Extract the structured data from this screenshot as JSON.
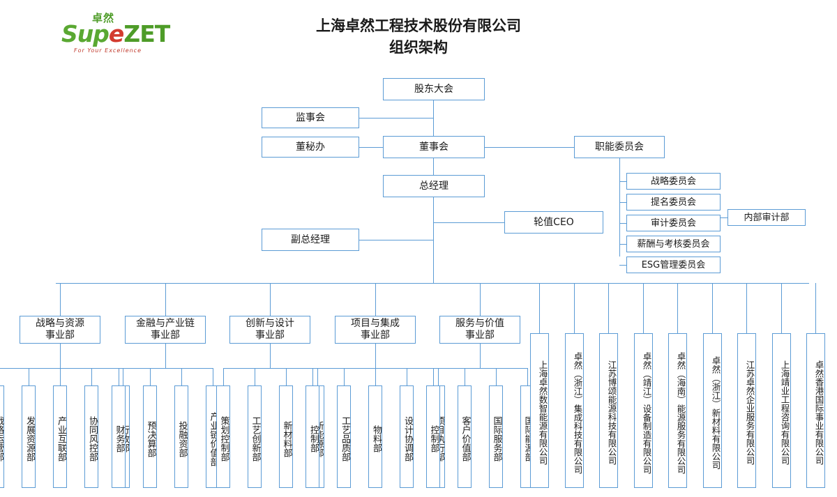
{
  "brand": {
    "logo_main_1": "Sup",
    "logo_main_e": "e",
    "logo_main_2": "ZET",
    "logo_cn": "卓然",
    "logo_tagline": "For Your Excellence",
    "green": "#4e9c28",
    "red": "#d33b2f"
  },
  "header": {
    "company_name": "上海卓然工程技术股份有限公司",
    "doc_title": "组织架构"
  },
  "theme": {
    "line_color": "#5b9bd5",
    "box_fill": "#ffffff",
    "text_color": "#1a1a1a"
  },
  "governance": {
    "shareholders_meeting": "股东大会",
    "supervisory_board": "监事会",
    "board_secretary_office": "董秘办",
    "board_of_directors": "董事会",
    "functional_committee": "职能委员会",
    "general_manager": "总经理",
    "rotating_ceo": "轮值CEO",
    "deputy_general_manager": "副总经理"
  },
  "committees": [
    {
      "label": "战略委员会"
    },
    {
      "label": "提名委员会"
    },
    {
      "label": "审计委员会",
      "child": "内部审计部"
    },
    {
      "label": "薪酬与考核委员会"
    },
    {
      "label": "ESG管理委员会"
    }
  ],
  "internal_audit_department": "内部审计部",
  "divisions": [
    {
      "name": "战略与资源\n事业部",
      "departments": [
        "战略运营部",
        "发展资源部",
        "产业互联部",
        "协同风控部",
        "行政部"
      ]
    },
    {
      "name": "金融与产业链\n事业部",
      "departments": [
        "财务部",
        "预决算部",
        "投融资部",
        "产业链价值部"
      ]
    },
    {
      "name": "创新与设计\n事业部",
      "departments": [
        "策划控制部",
        "工艺创新部",
        "新材料部",
        "新能源部"
      ]
    },
    {
      "name": "项目与集成\n事业部",
      "departments": [
        "控制部",
        "工艺品质部",
        "物料部",
        "设计协调部",
        "项目执行部"
      ]
    },
    {
      "name": "服务与价值\n事业部",
      "departments": [
        "控制部",
        "客户价值部",
        "国际服务部",
        "国际能源部"
      ]
    }
  ],
  "subsidiaries": [
    "上海卓然数智能源有限公司",
    "卓然（浙江）集成科技有限公司",
    "江苏博颂能源科技有限公司",
    "卓然（靖江）设备制造有限公司",
    "卓然（海南）能源服务有限公司",
    "卓然（浙江）新材料有限公司",
    "江苏卓然企业服务有限公司",
    "上海靖业工程咨询有限公司",
    "卓然香港国际事业有限公司"
  ]
}
